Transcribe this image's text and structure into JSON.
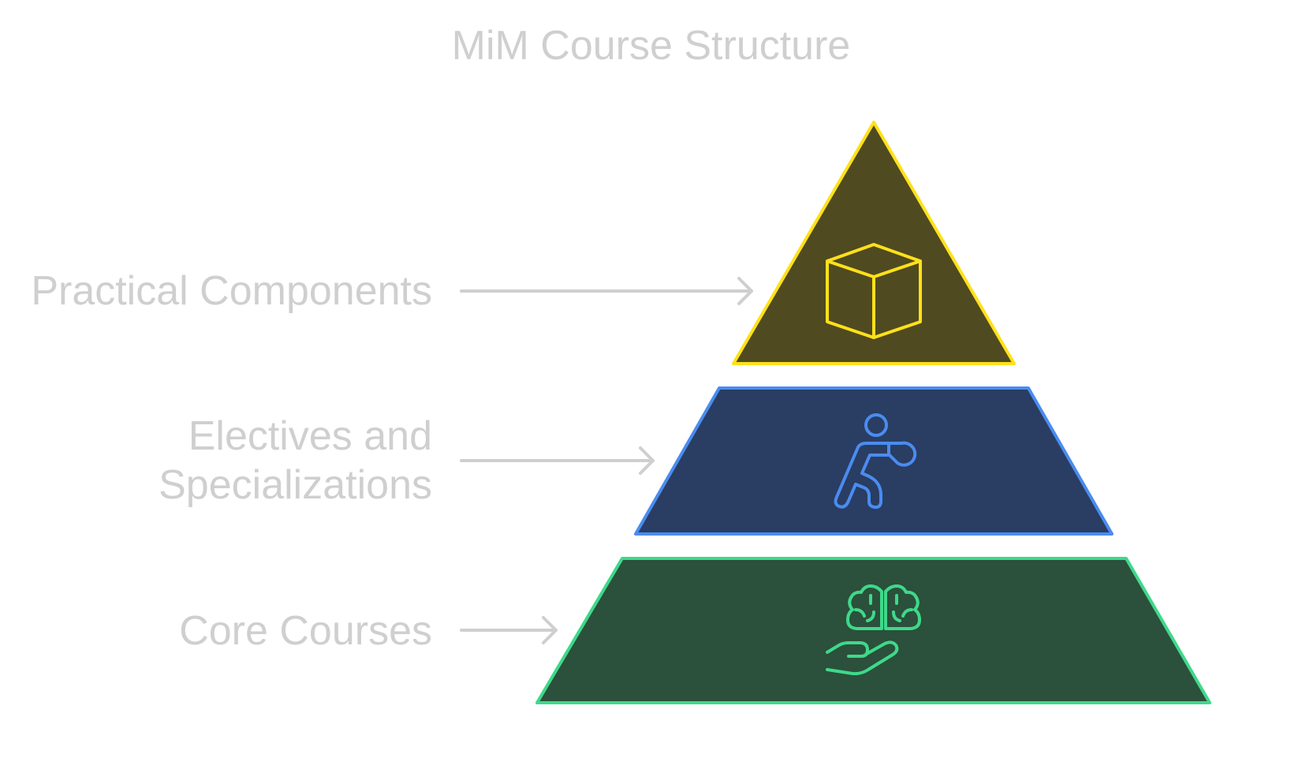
{
  "title": "MiM Course Structure",
  "levels": [
    {
      "label": "Practical Components",
      "icon": "cube-icon",
      "fill_color": "#504a20",
      "stroke_color": "#ffe11a"
    },
    {
      "label_lines": [
        "Electives and",
        "Specializations"
      ],
      "icon": "person-pointing-icon",
      "fill_color": "#2a3d63",
      "stroke_color": "#4a8cf0"
    },
    {
      "label": "Core Courses",
      "icon": "brain-in-hand-icon",
      "fill_color": "#2b503c",
      "stroke_color": "#3ed98a"
    }
  ],
  "arrow_color": "#cfcfcf",
  "text_color": "#cfcfcf"
}
